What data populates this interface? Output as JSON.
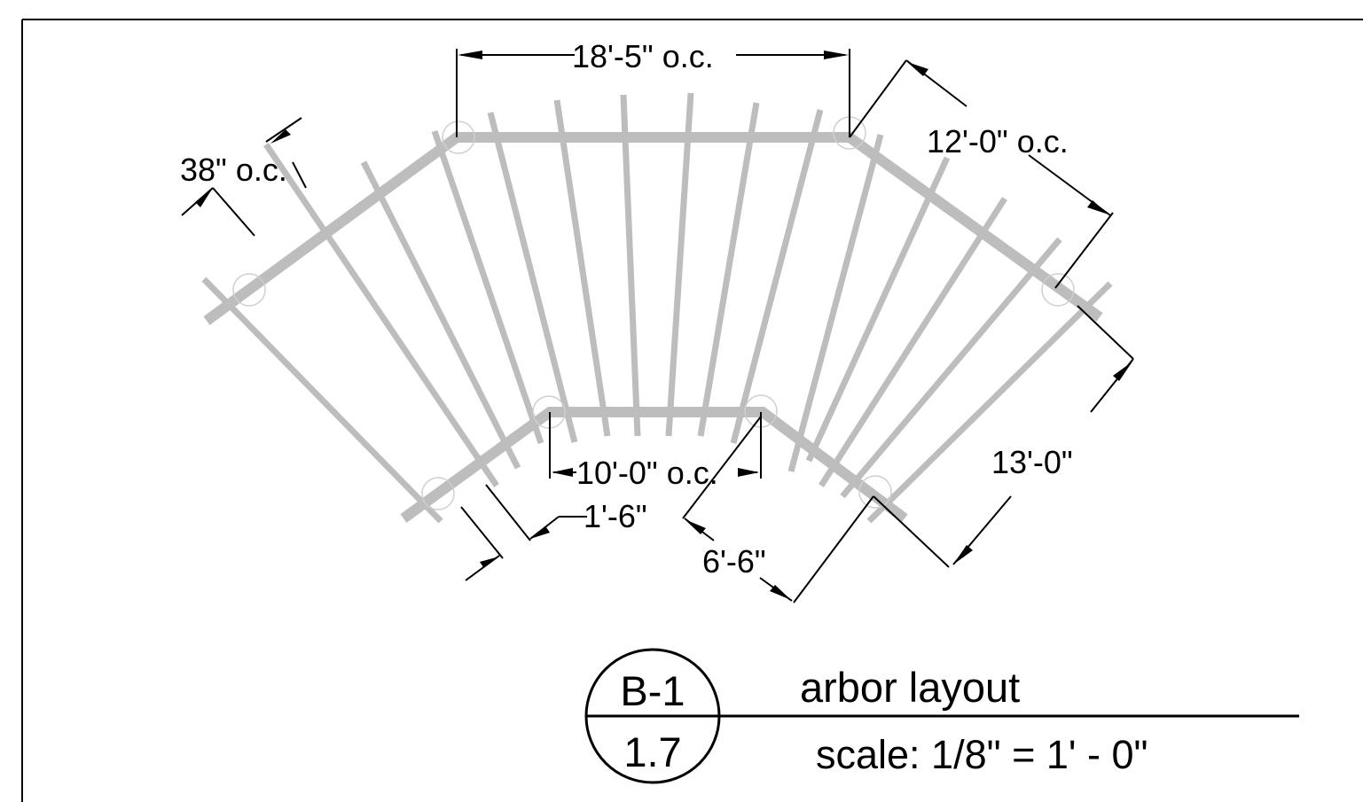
{
  "drawing": {
    "dimensions": {
      "top_span": "18'-5\" o.c.",
      "upper_right": "12'-0\" o.c.",
      "upper_left": "38\" o.c.",
      "inner_span": "10'-0\" o.c.",
      "lower_right": "13'-0\"",
      "overhang": "1'-6\"",
      "inner_offset": "6'-6\""
    }
  },
  "title_block": {
    "tag_top": "B-1",
    "tag_bottom": "1.7",
    "title": "arbor layout",
    "scale": "scale: 1/8\" = 1' - 0\""
  }
}
